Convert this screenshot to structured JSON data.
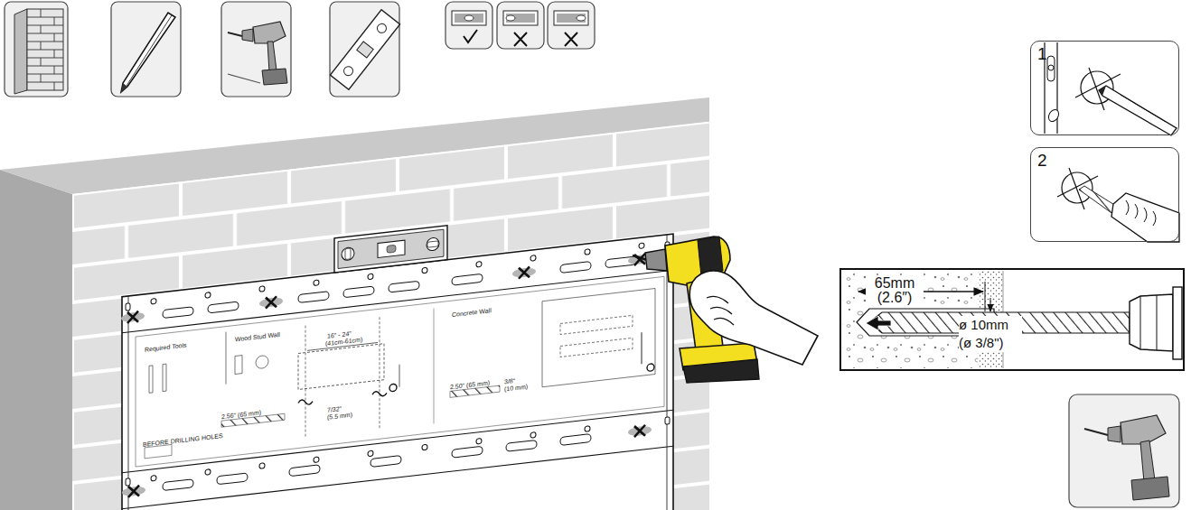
{
  "diagram": {
    "nodes": [
      {
        "text": [
          "1"
        ]
      },
      {
        "text": [
          "2"
        ]
      },
      {
        "text": [
          "65mm (2.6″)",
          "ø 10mm (ø 3/8\")"
        ]
      }
    ],
    "labels": [
      "Required Tools",
      "Wood Stud Wall",
      "16\" - 24\"",
      "(41cm-61cm)",
      "2.56\" (65 mm)",
      "7/32\"",
      "(5.5 mm)",
      "Concrete Wall",
      "2.50\" (65 mm)",
      "3/8\"",
      "(10 mm)",
      "BEFORE DRILLING HOLES"
    ]
  }
}
